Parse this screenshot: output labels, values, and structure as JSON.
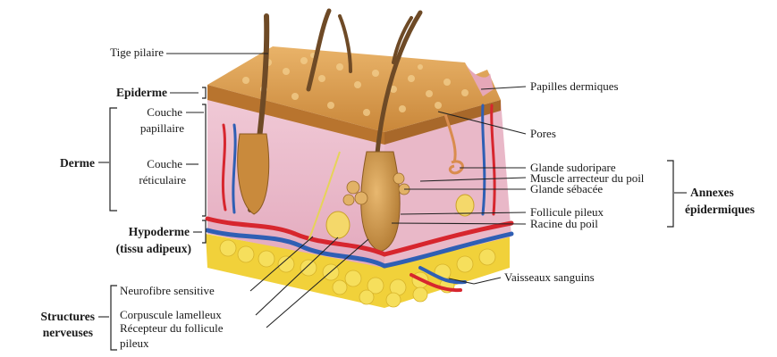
{
  "labels": {
    "hair_shaft": "Tige pilaire",
    "epidermis": "Epiderme",
    "papillary_layer_line1": "Couche",
    "papillary_layer_line2": "papillaire",
    "dermis": "Derme",
    "reticular_layer_line1": "Couche",
    "reticular_layer_line2": "réticulaire",
    "hypodermis_line1": "Hypoderme",
    "hypodermis_line2": "(tissu adipeux)",
    "dermal_papillae": "Papilles dermiques",
    "pores": "Pores",
    "sweat_gland": "Glande sudoripare",
    "arrector_muscle": "Muscle arrecteur du poil",
    "sebaceous_gland": "Glande sébacée",
    "epidermal_appendages_line1": "Annexes",
    "epidermal_appendages_line2": "épidermiques",
    "hair_follicle": "Follicule pileux",
    "hair_root": "Racine du poil",
    "blood_vessels": "Vaisseaux sanguins",
    "sensory_nerve_fiber": "Neurofibre sensitive",
    "nerve_structures_line1": "Structures",
    "nerve_structures_line2": "nerveuses",
    "lamellar_corpuscle": "Corpuscule lamelleux",
    "follicle_receptor_line1": "Récepteur du follicule",
    "follicle_receptor_line2": "pileux"
  },
  "colors": {
    "epidermis": "#c98a3c",
    "dermis": "#e7b6c4",
    "fat": "#f2d23c",
    "artery": "#d7262e",
    "vein": "#2f5fb4",
    "hair": "#7a5530"
  }
}
